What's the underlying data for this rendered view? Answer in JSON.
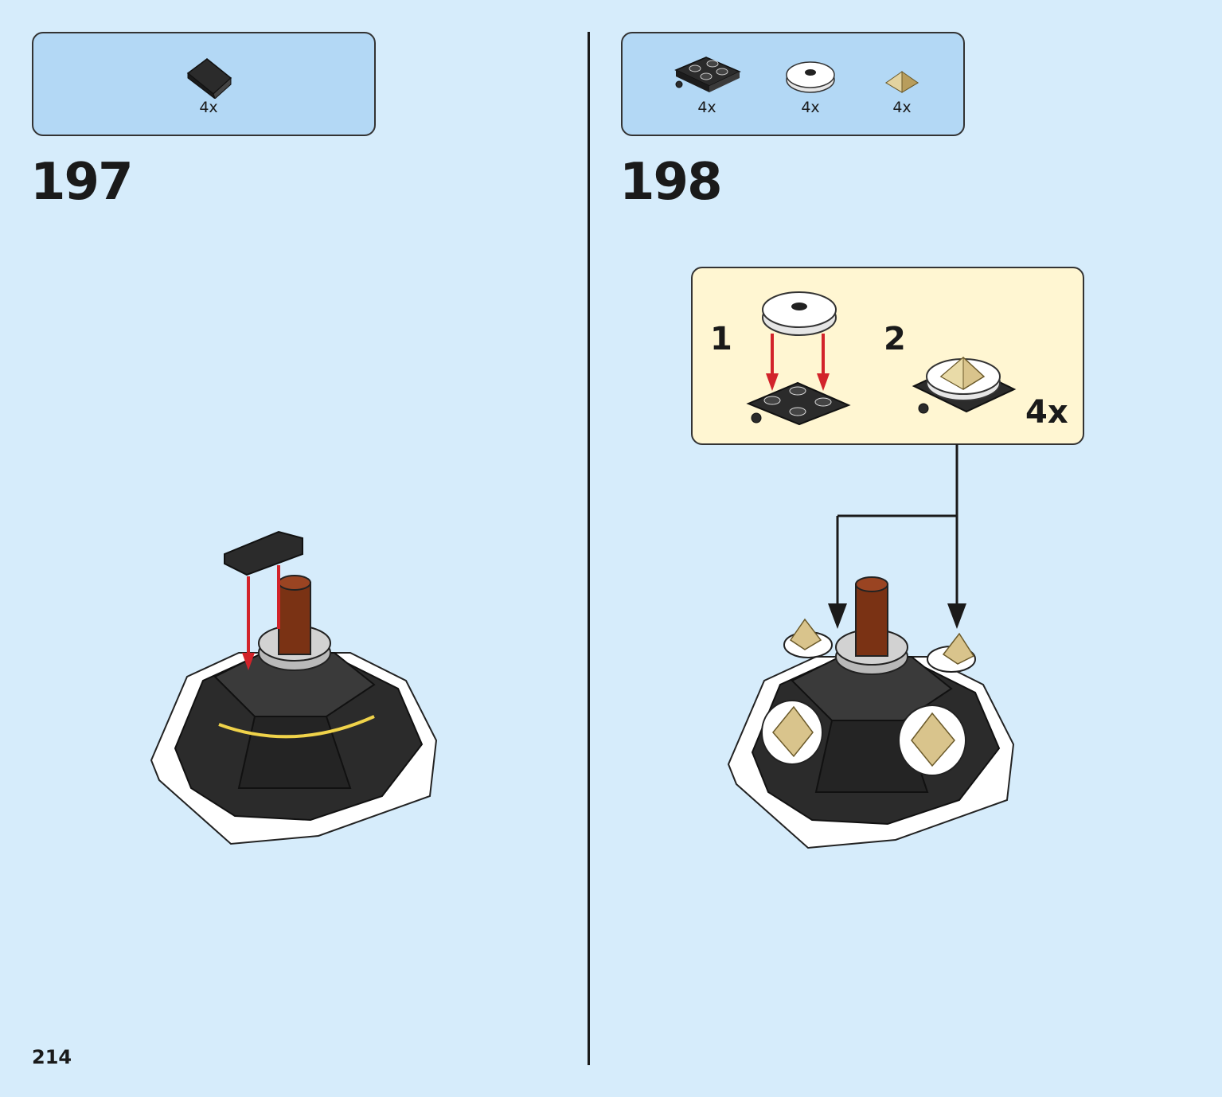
{
  "page": {
    "number": "214"
  },
  "steps": [
    {
      "number": "197",
      "parts": [
        {
          "icon": "black-slope-tile-icon",
          "qty": "4x"
        }
      ]
    },
    {
      "number": "198",
      "parts": [
        {
          "icon": "black-plate-2x2-icon",
          "qty": "4x"
        },
        {
          "icon": "white-round-plate-icon",
          "qty": "4x"
        },
        {
          "icon": "tan-pyramid-tile-icon",
          "qty": "4x"
        }
      ],
      "subassembly": {
        "sub_steps": [
          "1",
          "2"
        ],
        "multiplier": "4x"
      }
    }
  ],
  "colors": {
    "background": "#d6ecfb",
    "parts_box": "#b3d8f5",
    "subassembly_box": "#fff6d2",
    "arrow_red": "#d2232a",
    "brick_black": "#2b2b2b",
    "brick_tan": "#d9c48c",
    "brick_brown": "#7a3214"
  }
}
